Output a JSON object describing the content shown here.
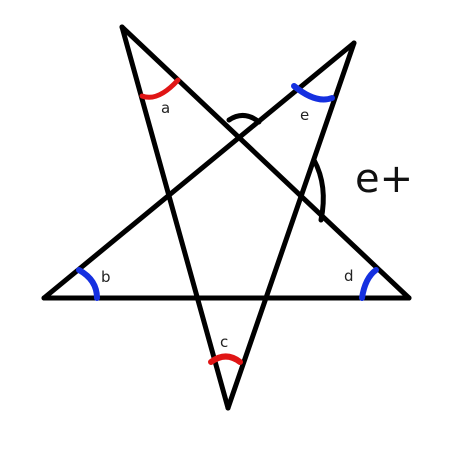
{
  "diagram": {
    "colors": {
      "lines": "#000000",
      "red_arc": "#e01515",
      "blue_arc": "#1530e0"
    },
    "angle_labels": {
      "a": "a",
      "b": "b",
      "c": "c",
      "d": "d",
      "e": "e"
    },
    "side_note": "e+"
  }
}
